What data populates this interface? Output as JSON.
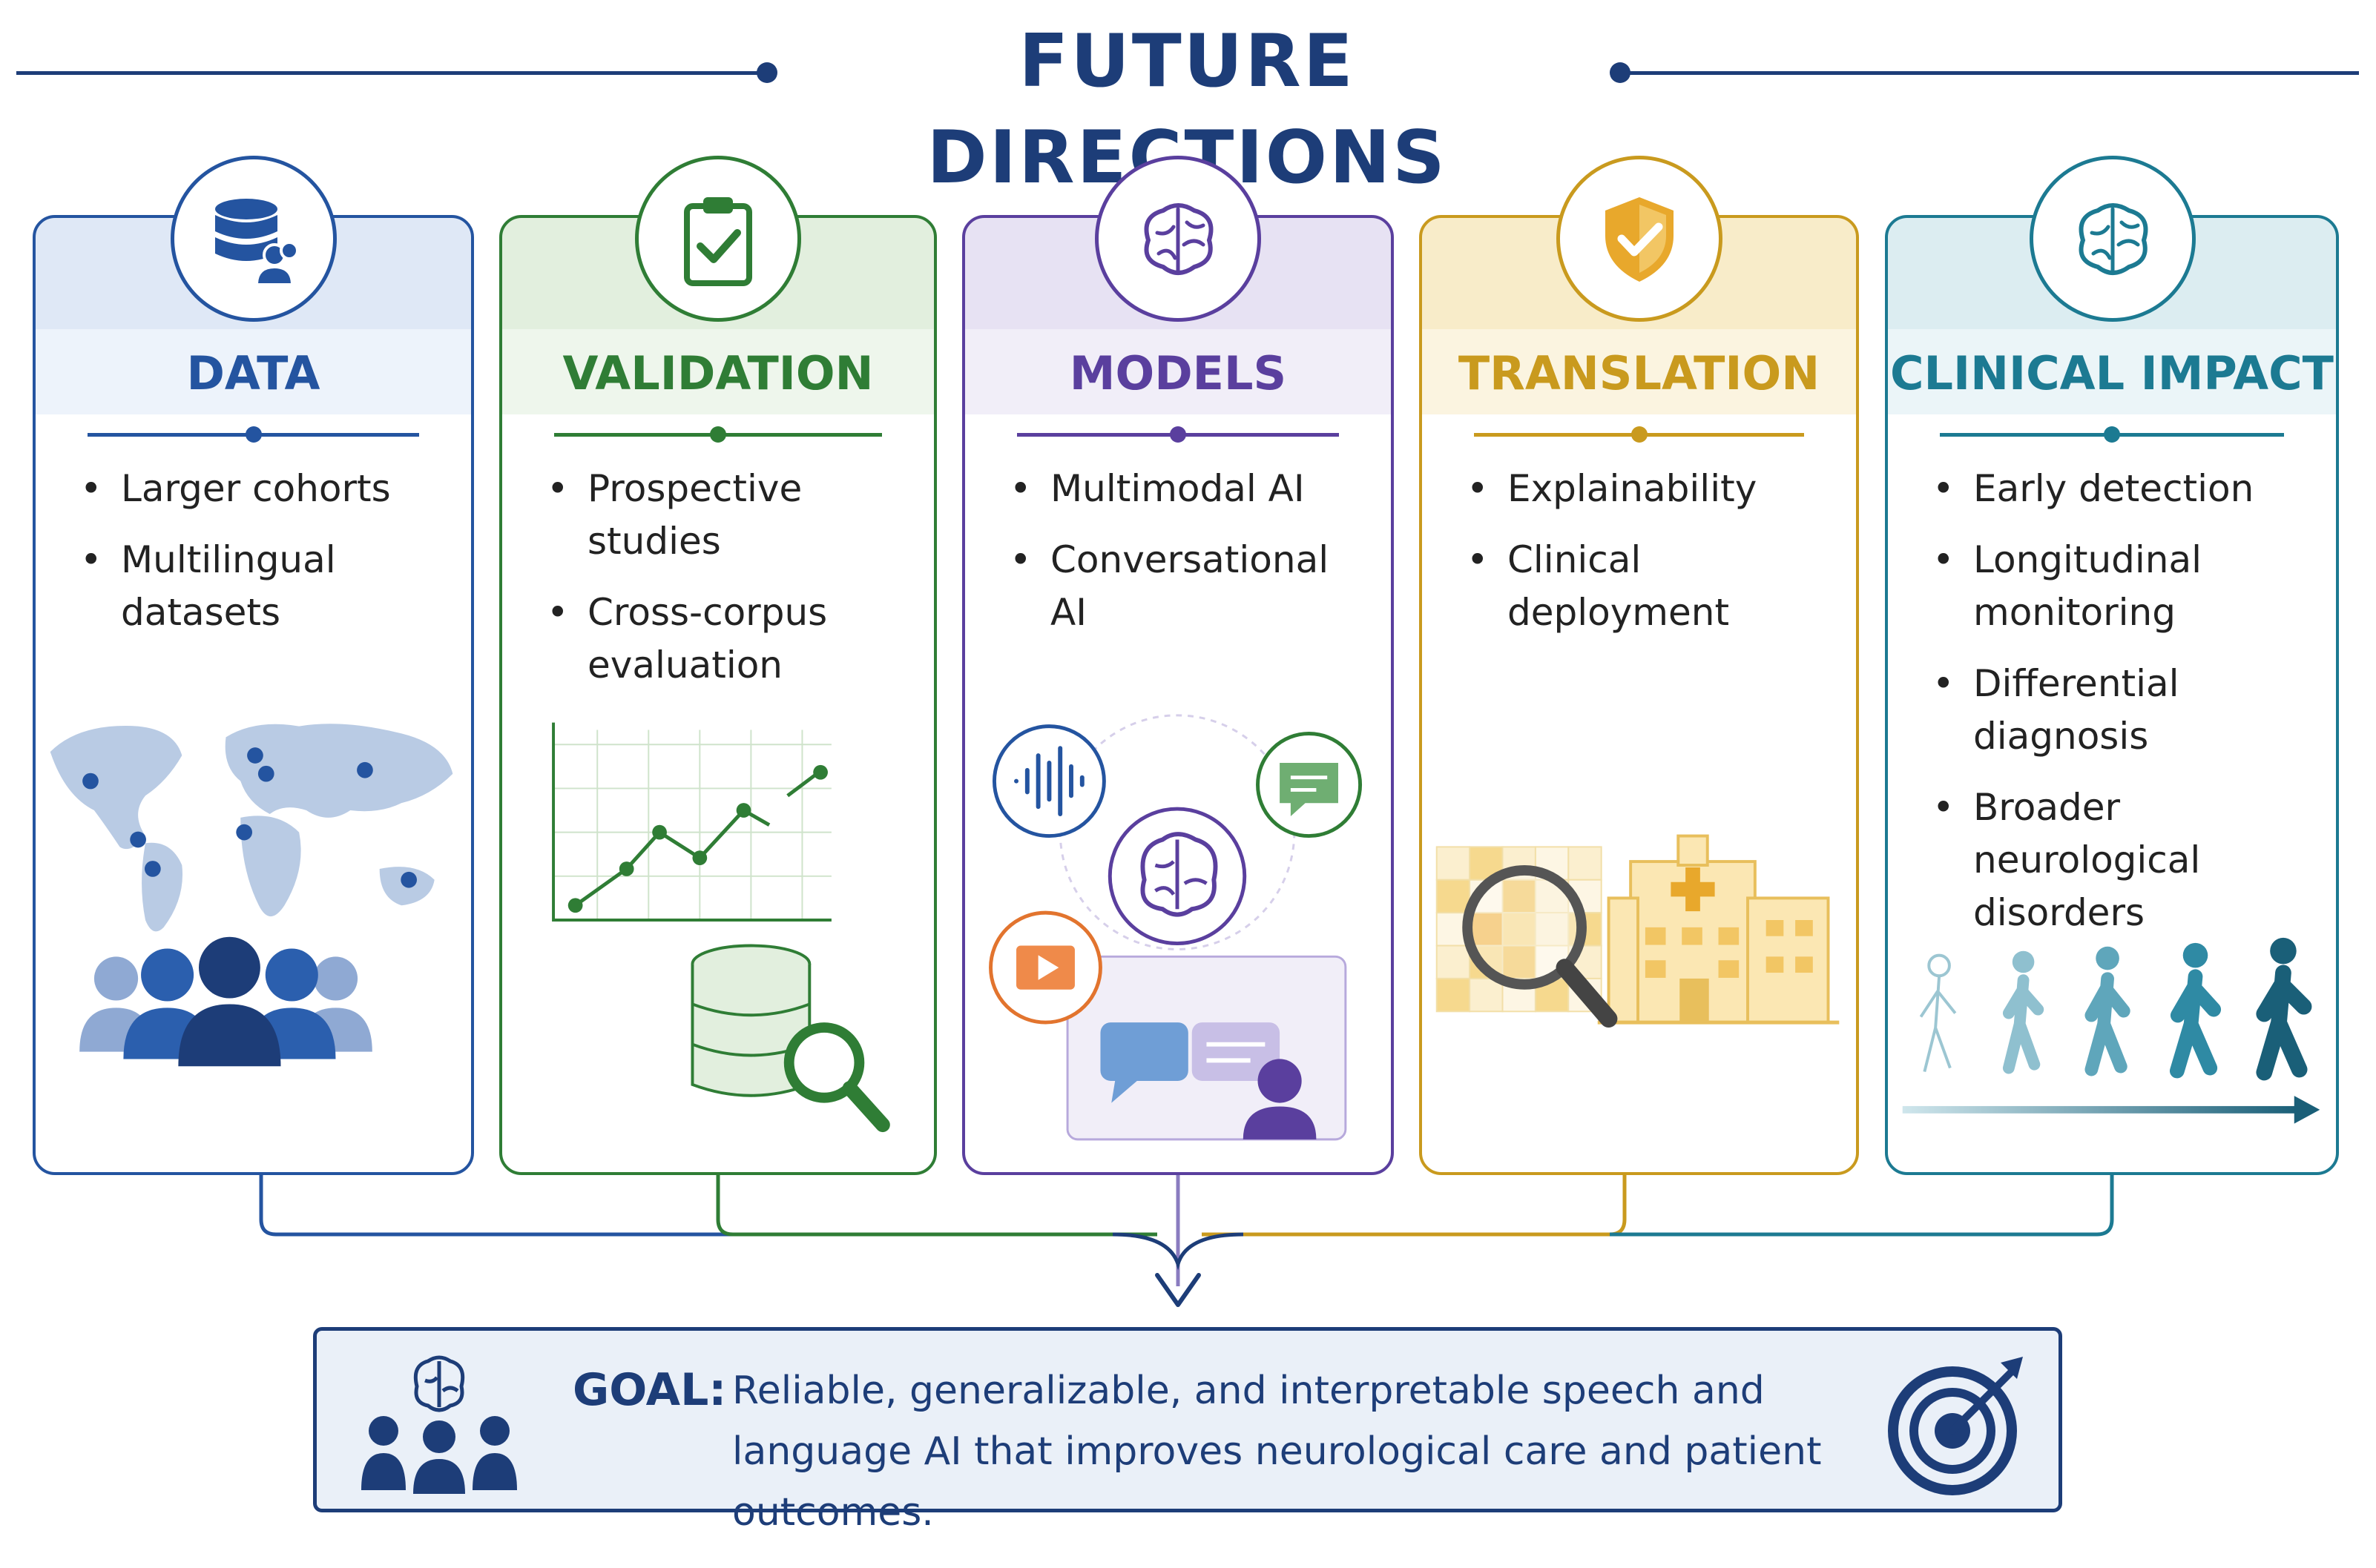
{
  "title": "FUTURE DIRECTIONS",
  "columns": [
    {
      "title": "DATA",
      "color": "#2454a0",
      "icon": "database-users-icon",
      "bullets": [
        "Larger cohorts",
        "Multilingual datasets"
      ],
      "illustration": "world-map-and-people"
    },
    {
      "title": "VALIDATION",
      "color": "#2f7d35",
      "icon": "clipboard-check-icon",
      "bullets": [
        "Prospective studies",
        "Cross-corpus evaluation"
      ],
      "illustration": "line-chart-and-database-search"
    },
    {
      "title": "MODELS",
      "color": "#5a3f9e",
      "icon": "brain-icon",
      "bullets": [
        "Multimodal AI",
        "Conversational AI"
      ],
      "illustration": "multimodal-inputs-around-brain"
    },
    {
      "title": "TRANSLATION",
      "color": "#c99a1e",
      "icon": "shield-check-icon",
      "bullets": [
        "Explainability",
        "Clinical deployment"
      ],
      "illustration": "heatmap-magnifier-hospital"
    },
    {
      "title": "CLINICAL IMPACT",
      "color": "#1c7a92",
      "icon": "brain-icon",
      "bullets": [
        "Early detection",
        "Longitudinal monitoring",
        "Differential diagnosis",
        "Broader neurological disorders"
      ],
      "illustration": "walking-figures-progression"
    }
  ],
  "goal": {
    "label": "GOAL:",
    "text": "Reliable, generalizable, and interpretable speech and language AI that improves neurological care and patient outcomes.",
    "left_icon": "brain-people-icon",
    "right_icon": "target-arrow-icon",
    "color": "#1d3d78"
  }
}
